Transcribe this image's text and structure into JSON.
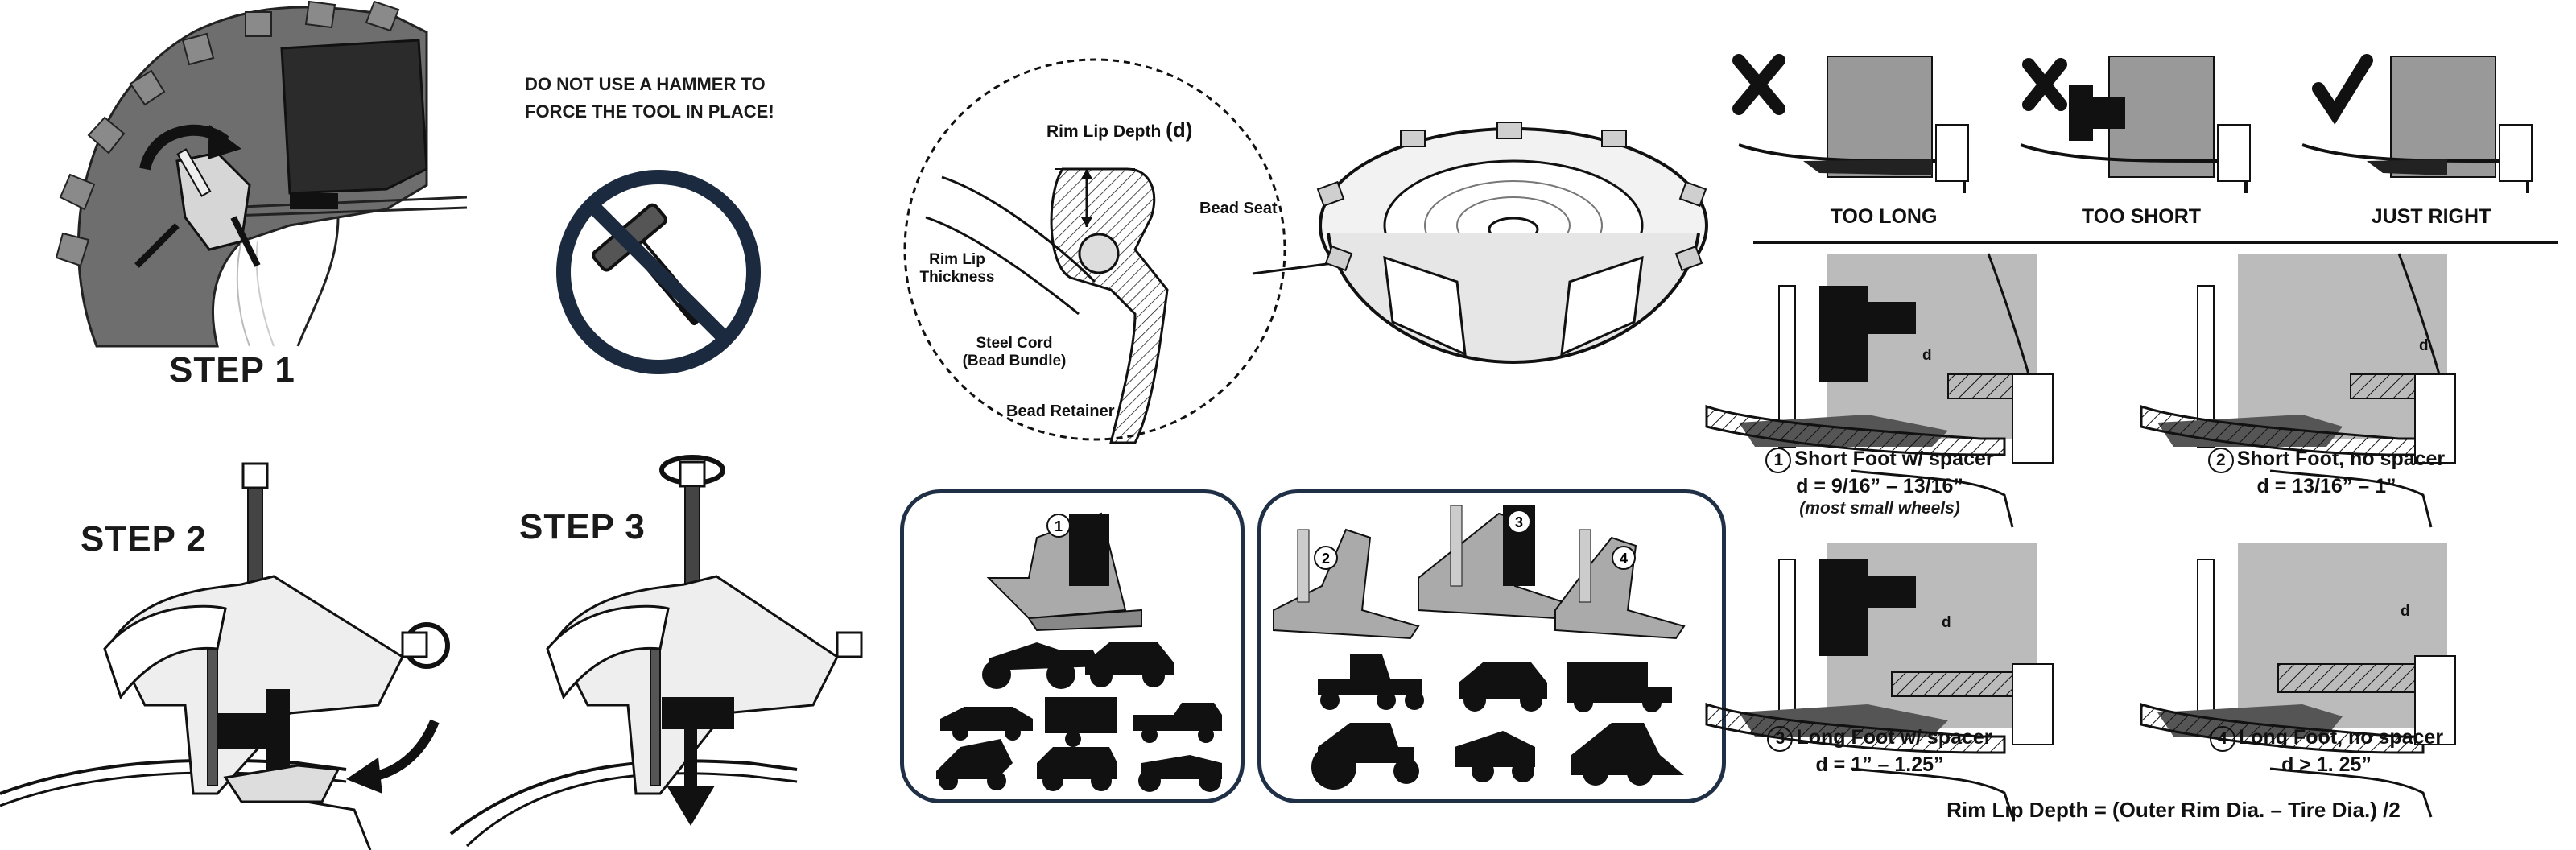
{
  "steps": {
    "step1": "STEP 1",
    "step2": "STEP 2",
    "step3": "STEP 3"
  },
  "warning": {
    "line1": "DO NOT USE A HAMMER TO",
    "line2": "FORCE THE TOOL IN PLACE!"
  },
  "rim_detail": {
    "rim_lip_depth": "Rim Lip Depth",
    "depth_symbol": "(d)",
    "bead_seat": "Bead Seat",
    "rim_lip_thickness_1": "Rim Lip",
    "rim_lip_thickness_2": "Thickness",
    "steel_cord_1": "Steel Cord",
    "steel_cord_2": "(Bead Bundle)",
    "bead_retainer": "Bead Retainer"
  },
  "vehicle_panels": {
    "left_numbers": [
      "1"
    ],
    "right_numbers": [
      "2",
      "3",
      "4"
    ]
  },
  "fit_examples": {
    "too_long": "TOO LONG",
    "too_short": "TOO SHORT",
    "just_right": "JUST RIGHT"
  },
  "foot_types": [
    {
      "num": "1",
      "title": "Short Foot w/ spacer",
      "range": "d = 9/16” – 13/16”",
      "note": "(most small wheels)"
    },
    {
      "num": "2",
      "title": "Short Foot, no spacer",
      "range": "d = 13/16” – 1”",
      "note": ""
    },
    {
      "num": "3",
      "title": "Long Foot w/ spacer",
      "range": "d = 1” – 1.25”",
      "note": ""
    },
    {
      "num": "4",
      "title": "Long Foot, no spacer",
      "range": "d > 1. 25”",
      "note": ""
    }
  ],
  "d_marker": "d",
  "formula": "Rim Lip Depth = (Outer Rim Dia. – Tire Dia.) /2"
}
